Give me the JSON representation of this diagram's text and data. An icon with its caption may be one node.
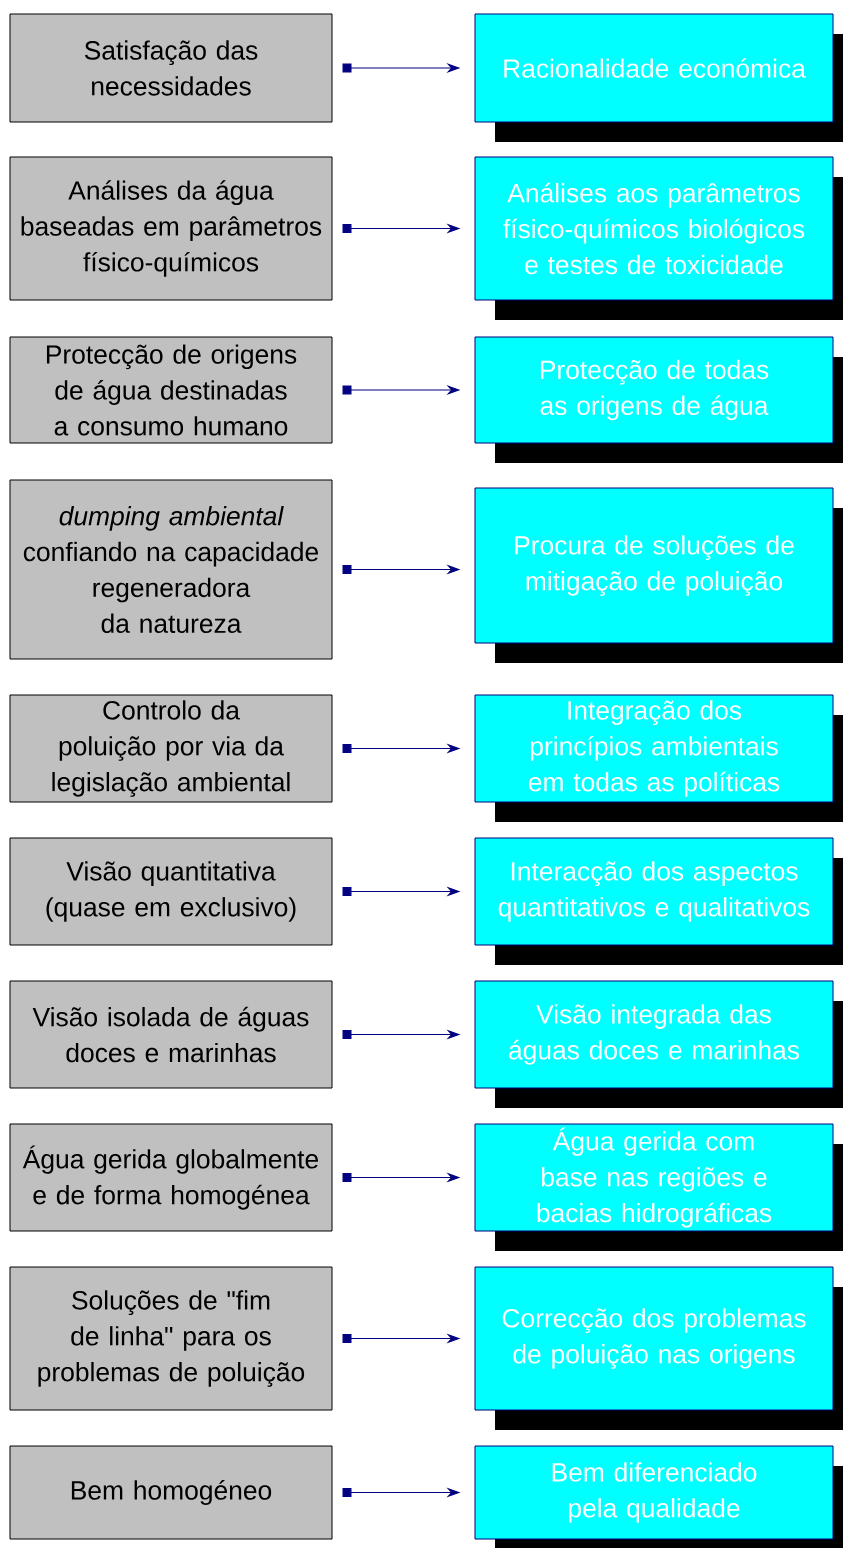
{
  "diagram": {
    "nodes": [
      {
        "text": [
          "Satisfação das necessidades"
        ]
      },
      {
        "text": [
          "Racionalidade económica"
        ]
      },
      {
        "text": [
          "Análises da água baseadas em parâmetros físico-químicos"
        ]
      },
      {
        "text": [
          "Análises aos parâmetros físico-químicos biológicos e testes de toxicidade"
        ]
      },
      {
        "text": [
          "Protecção de origens de água destinadas a consumo humano"
        ]
      },
      {
        "text": [
          "Protecção de todas as origens de água"
        ]
      },
      {
        "text": [
          "*dumping ambiental* confiando na capacidade regeneradora da natureza"
        ]
      },
      {
        "text": [
          "Procura de soluções de mitigação de poluição"
        ]
      },
      {
        "text": [
          "Controlo da poluição por via da legislação ambiental"
        ]
      },
      {
        "text": [
          "Integração dos princípios ambientais em todas as políticas"
        ]
      },
      {
        "text": [
          "Visão quantitativa (quase em exclusivo)"
        ]
      },
      {
        "text": [
          "Interacção dos aspectos quantitativos e qualitativos"
        ]
      },
      {
        "text": [
          "Visão isolada  de águas doces e marinhas"
        ]
      },
      {
        "text": [
          "Visão integrada das águas doces e marinhas"
        ]
      },
      {
        "text": [
          "Água gerida globalmente e de forma homogénea"
        ]
      },
      {
        "text": [
          "Água gerida com base nas regiões e bacias hidrográficas"
        ]
      },
      {
        "text": [
          "Soluções de \"fim de linha\" para os problemas de poluição"
        ]
      },
      {
        "text": [
          "Correcção dos problemas de poluição nas origens"
        ]
      },
      {
        "text": [
          "Bem homogéneo"
        ]
      },
      {
        "text": [
          "Bem diferenciado pela qualidade"
        ]
      }
    ],
    "edges": [
      {
        "from": 0,
        "to": 1,
        "arrow": "to"
      },
      {
        "from": 2,
        "to": 3,
        "arrow": "to"
      },
      {
        "from": 4,
        "to": 5,
        "arrow": "to"
      },
      {
        "from": 6,
        "to": 7,
        "arrow": "to"
      },
      {
        "from": 8,
        "to": 9,
        "arrow": "to"
      },
      {
        "from": 10,
        "to": 11,
        "arrow": "to"
      },
      {
        "from": 12,
        "to": 13,
        "arrow": "to"
      },
      {
        "from": 14,
        "to": 15,
        "arrow": "to"
      },
      {
        "from": 16,
        "to": 17,
        "arrow": "to"
      },
      {
        "from": 18,
        "to": 19,
        "arrow": "to"
      }
    ]
  }
}
